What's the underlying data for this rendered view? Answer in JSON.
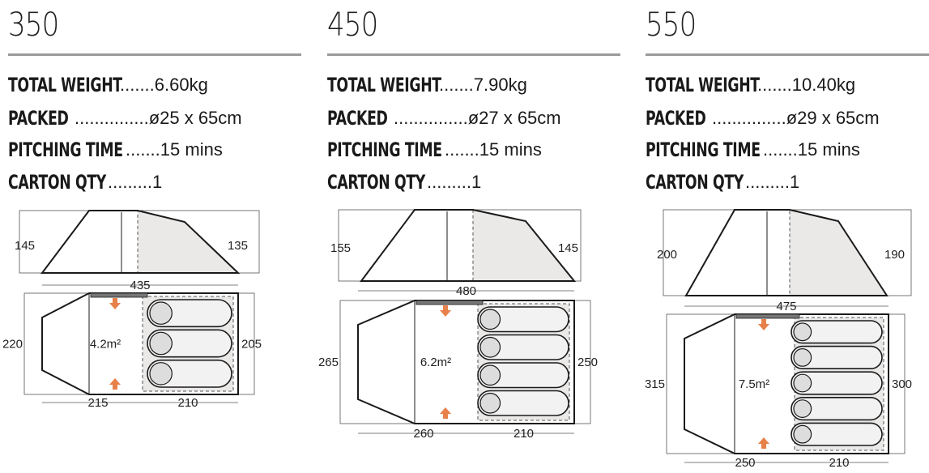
{
  "models": [
    {
      "name": "350",
      "specs": [
        {
          "label": "TOTAL WEIGHT",
          "dots": ".......",
          "value": "6.60kg"
        },
        {
          "label": "PACKED",
          "dots": "...............",
          "value": "ø25 x 65cm"
        },
        {
          "label": "PITCHING TIME",
          "dots": ".......",
          "value": "15 mins"
        },
        {
          "label": "CARTON QTY",
          "dots": ".........",
          "value": "1"
        }
      ],
      "dims": {
        "front_height": "145",
        "rear_height": "135",
        "total_length": "435",
        "width": "220",
        "bedroom_width": "205",
        "living_length": "215",
        "bedroom_length": "210",
        "area": "4.2m²"
      },
      "berths": 3
    },
    {
      "name": "450",
      "specs": [
        {
          "label": "TOTAL WEIGHT",
          "dots": ".......",
          "value": "7.90kg"
        },
        {
          "label": "PACKED",
          "dots": "...............",
          "value": "ø27 x 65cm"
        },
        {
          "label": "PITCHING TIME",
          "dots": ".......",
          "value": "15 mins"
        },
        {
          "label": "CARTON QTY",
          "dots": ".........",
          "value": "1"
        }
      ],
      "dims": {
        "front_height": "155",
        "rear_height": "145",
        "total_length": "480",
        "width": "265",
        "bedroom_width": "250",
        "living_length": "260",
        "bedroom_length": "210",
        "area": "6.2m²"
      },
      "berths": 4
    },
    {
      "name": "550",
      "specs": [
        {
          "label": "TOTAL WEIGHT",
          "dots": ".......",
          "value": "10.40kg"
        },
        {
          "label": "PACKED",
          "dots": "...............",
          "value": "ø29 x 65cm"
        },
        {
          "label": "PITCHING TIME",
          "dots": ".......",
          "value": "15 mins"
        },
        {
          "label": "CARTON QTY",
          "dots": ".........",
          "value": "1"
        }
      ],
      "dims": {
        "front_height": "200",
        "rear_height": "190",
        "total_length": "475",
        "width": "315",
        "bedroom_width": "300",
        "living_length": "250",
        "bedroom_length": "210",
        "area": "7.5m²"
      },
      "berths": 5
    }
  ],
  "colors": {
    "rule": "#9a9a9a",
    "outline": "#1a1a1a",
    "bedroom_fill": "#ebe9e8",
    "arrow": "#e8804a",
    "dim_line": "#555555"
  }
}
